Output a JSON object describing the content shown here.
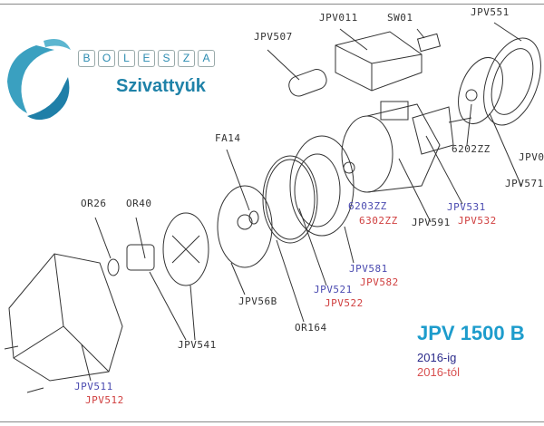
{
  "brand": {
    "letters": [
      "B",
      "O",
      "L",
      "E",
      "S",
      "Z",
      "A"
    ],
    "name": "Szivattyúk",
    "accent": "#1f82a8"
  },
  "model": {
    "title": "JPV 1500 B",
    "legend_until": "2016-ig",
    "legend_from": "2016-tól",
    "color_until": "#2a2a8a",
    "color_from": "#d85050"
  },
  "labels": {
    "jpv507": "JPV507",
    "jpv011": "JPV011",
    "sw01": "SW01",
    "jpv551": "JPV551",
    "jpv0": "JPV0",
    "jpv571": "JPV571",
    "b6202": "6202ZZ",
    "b6203": "6203ZZ",
    "b6302": "6302ZZ",
    "jpv591": "JPV591",
    "jpv531": "JPV531",
    "jpv532": "JPV532",
    "fa14": "FA14",
    "or26": "OR26",
    "or40": "OR40",
    "jpv56b": "JPV56B",
    "jpv581": "JPV581",
    "jpv582": "JPV582",
    "jpv521": "JPV521",
    "jpv522": "JPV522",
    "or164": "OR164",
    "jpv541": "JPV541",
    "jpv511": "JPV511",
    "jpv512": "JPV512"
  }
}
